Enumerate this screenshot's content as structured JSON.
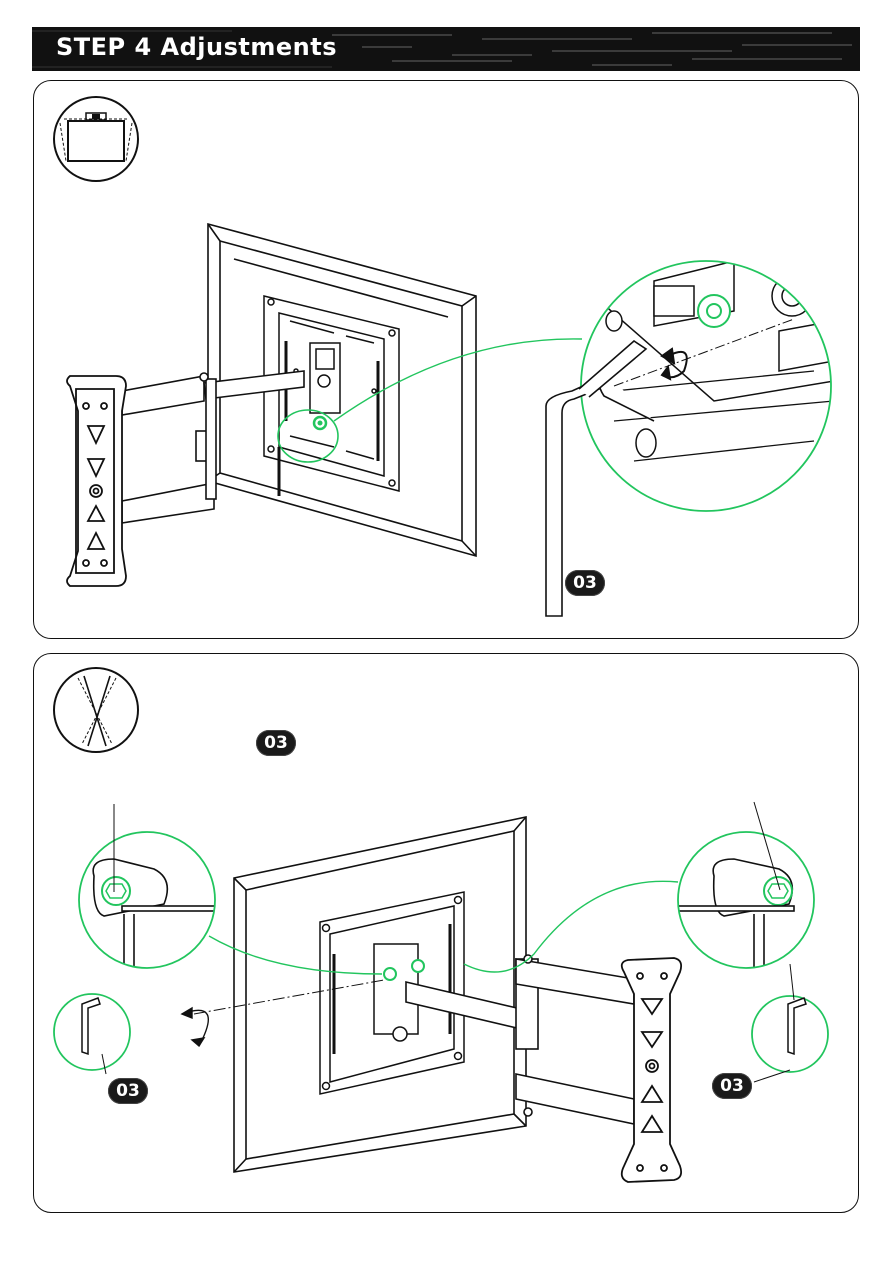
{
  "header": {
    "title": "STEP 4 Adjustments"
  },
  "panel1": {
    "tool_badge": "03"
  },
  "panel2": {
    "tool_badge_top": "03",
    "tool_badge_left": "03",
    "tool_badge_right": "03"
  },
  "colors": {
    "accent_green": "#22c55e",
    "line": "#111111",
    "header_bg": "#111111"
  },
  "icons": [
    "tilt-adjust-icon",
    "swivel-adjust-icon",
    "allen-key-icon",
    "rotate-arrow-icon"
  ]
}
